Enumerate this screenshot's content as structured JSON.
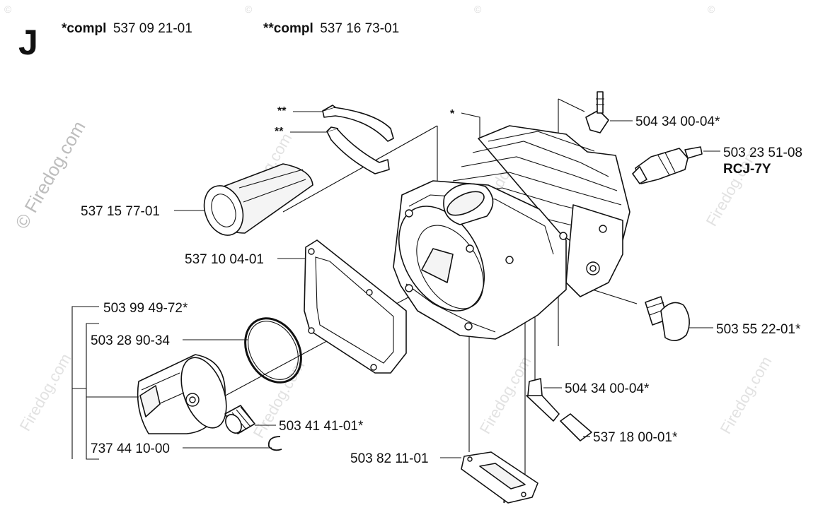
{
  "header": {
    "section_letter": "J",
    "kit1_prefix": "*compl",
    "kit1_number": "537 09 21-01",
    "kit2_prefix": "**compl",
    "kit2_number": "537 16 73-01"
  },
  "watermark": {
    "main_text": "© Firedog.com",
    "tile_text": "Firedog.com",
    "copyright_symbol": "©"
  },
  "callouts": {
    "clamp_upper_marker": "**",
    "clamp_lower_marker": "**",
    "cylinder_marker": "*",
    "intake_pipe": "537 15 77-01",
    "gasket_top": "537 10 04-01",
    "piston_kit": "503 99 49-72*",
    "piston_ring": "503 28 90-34",
    "bearing": "503 41 41-01*",
    "piston_pin": "737 44 10-00",
    "nipple_top": "504 34 00-04*",
    "spark_plug": "503 23 51-08",
    "spark_plug_type": "RCJ-7Y",
    "decomp_valve": "503 55 22-01*",
    "nipple_bottom": "504 34 00-04*",
    "plug_cap": "537 18 00-01*",
    "base_gasket": "503 82 11-01"
  },
  "icons": [
    "cylinder-icon",
    "spark-plug-icon",
    "piston-icon",
    "gasket-icon",
    "clamp-icon",
    "nipple-icon"
  ]
}
